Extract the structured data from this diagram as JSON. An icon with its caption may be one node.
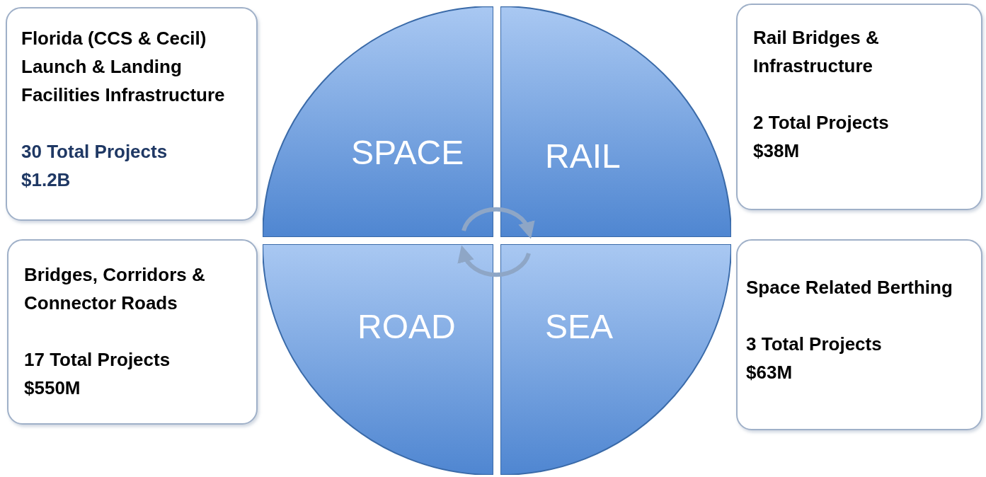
{
  "diagram": {
    "nodes": [
      {
        "text": [
          "Florida (CCS & Cecil) Launch & Landing Facilities Infrastructure",
          "30 Total Projects $1.2B"
        ]
      },
      {
        "text": [
          "SPACE"
        ]
      },
      {
        "text": [
          "RAIL"
        ]
      },
      {
        "text": [
          "Rail Bridges & Infrastructure",
          "2 Total Projects $38M"
        ]
      },
      {
        "text": [
          "Bridges, Corridors & Connector Roads",
          "17 Total Projects $550M"
        ]
      },
      {
        "text": [
          "ROAD"
        ]
      },
      {
        "text": [
          "SEA"
        ]
      },
      {
        "text": [
          "Space Related Berthing",
          "3 Total Projects $63M"
        ]
      }
    ],
    "edges": [
      {
        "from": 1,
        "to": 2,
        "arrow": "to"
      },
      {
        "from": 6,
        "to": 5,
        "arrow": "to"
      }
    ]
  }
}
